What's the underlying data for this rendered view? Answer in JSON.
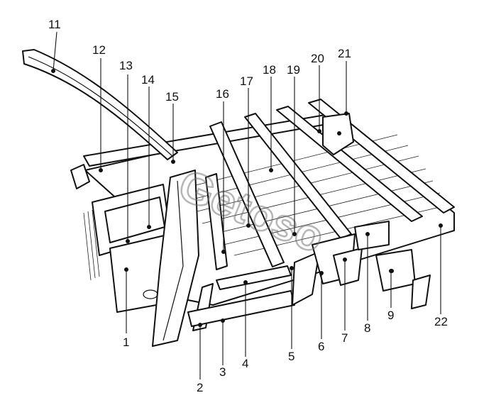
{
  "diagram": {
    "callouts": [
      "1",
      "2",
      "3",
      "4",
      "5",
      "6",
      "7",
      "8",
      "9",
      "11",
      "12",
      "13",
      "14",
      "15",
      "16",
      "17",
      "18",
      "19",
      "20",
      "21",
      "22"
    ]
  },
  "watermark": {
    "text": "Getoso"
  },
  "colors": {
    "ink": "#111111",
    "paper": "#ffffff",
    "watermark": "#6f6f6f"
  }
}
